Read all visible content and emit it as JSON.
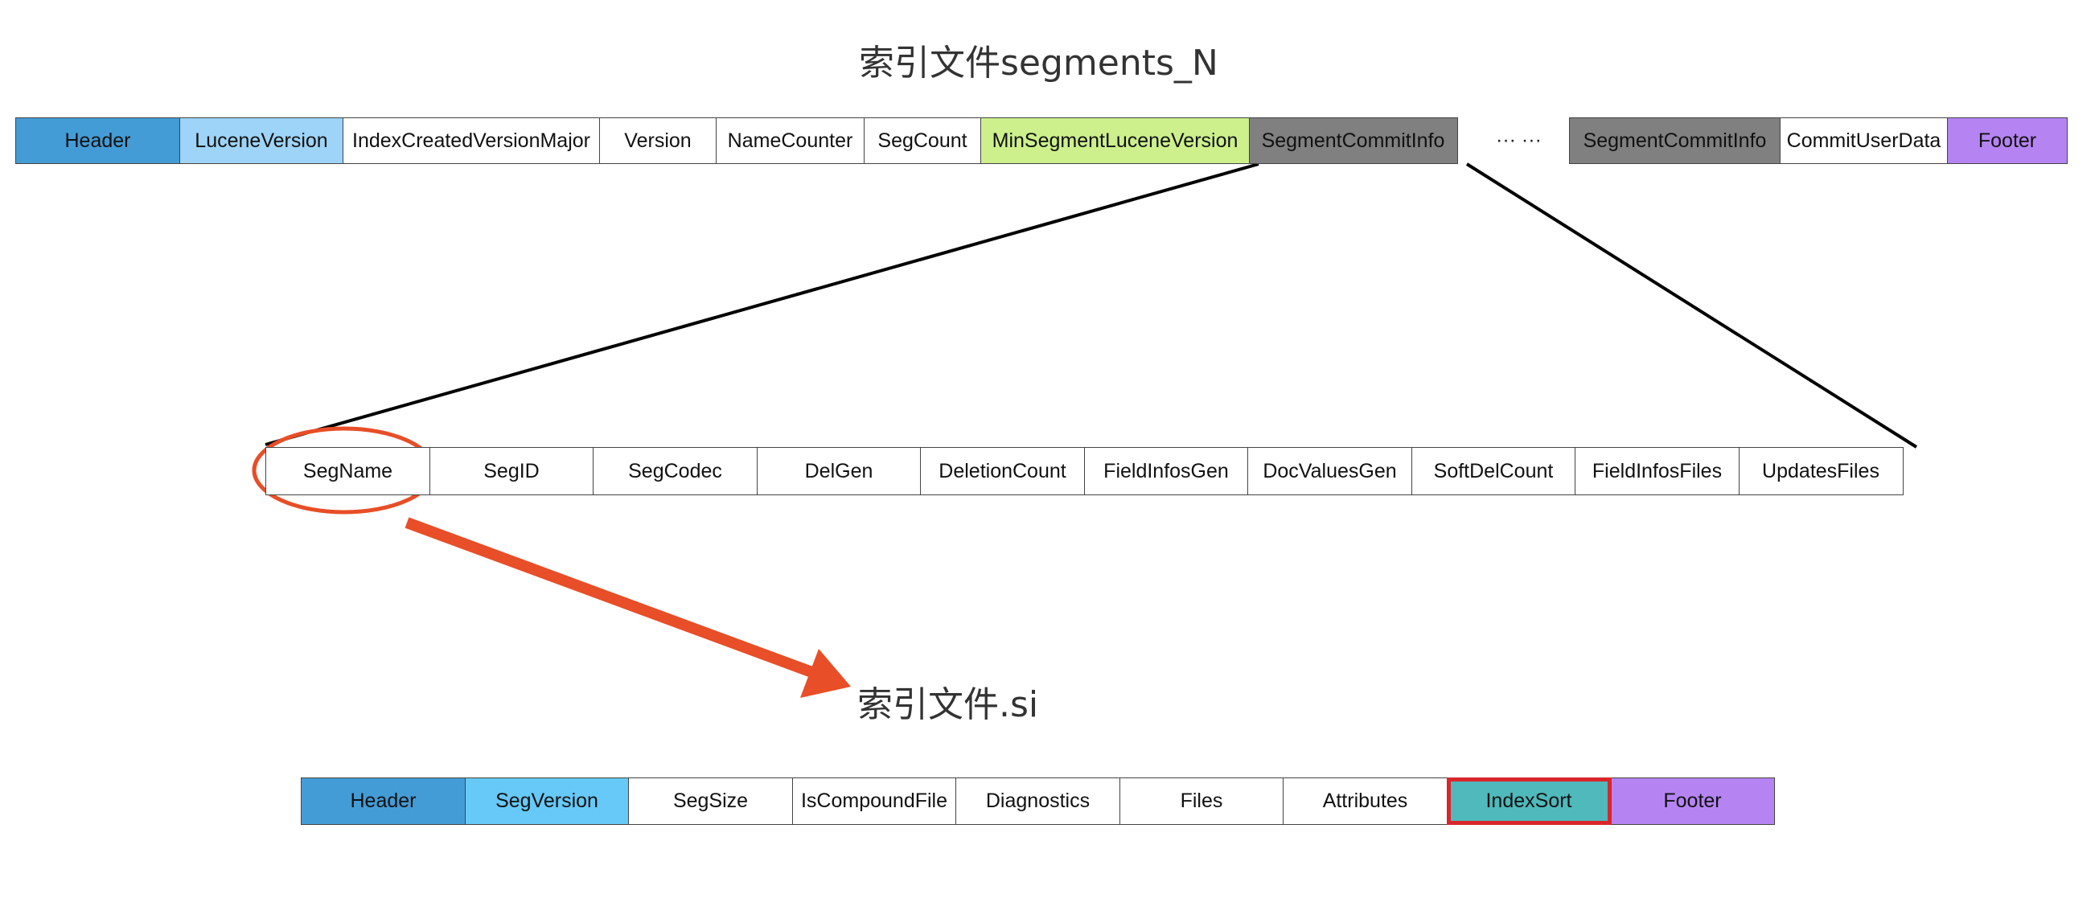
{
  "title_top": "索引文件segments_N",
  "title_bottom": "索引文件.si",
  "ellipsis": "··· ···",
  "segments_row": [
    {
      "label": "Header",
      "color": "#449cd6"
    },
    {
      "label": "LuceneVersion",
      "color": "#9dd4f7"
    },
    {
      "label": "IndexCreatedVersionMajor",
      "color": "#ffffff"
    },
    {
      "label": "Version",
      "color": "#ffffff"
    },
    {
      "label": "NameCounter",
      "color": "#ffffff"
    },
    {
      "label": "SegCount",
      "color": "#ffffff"
    },
    {
      "label": "MinSegmentLuceneVersion",
      "color": "#cdf08c"
    },
    {
      "label": "SegmentCommitInfo",
      "color": "#808080"
    }
  ],
  "segments_row_tail": [
    {
      "label": "SegmentCommitInfo",
      "color": "#808080"
    },
    {
      "label": "CommitUserData",
      "color": "#ffffff"
    },
    {
      "label": "Footer",
      "color": "#b584f2"
    }
  ],
  "commit_info_row": [
    {
      "label": "SegName"
    },
    {
      "label": "SegID"
    },
    {
      "label": "SegCodec"
    },
    {
      "label": "DelGen"
    },
    {
      "label": "DeletionCount"
    },
    {
      "label": "FieldInfosGen"
    },
    {
      "label": "DocValuesGen"
    },
    {
      "label": "SoftDelCount"
    },
    {
      "label": "FieldInfosFiles"
    },
    {
      "label": "UpdatesFiles"
    }
  ],
  "si_row": [
    {
      "label": "Header",
      "color": "#449cd6"
    },
    {
      "label": "SegVersion",
      "color": "#66c9f8"
    },
    {
      "label": "SegSize",
      "color": "#ffffff"
    },
    {
      "label": "IsCompoundFile",
      "color": "#ffffff"
    },
    {
      "label": "Diagnostics",
      "color": "#ffffff"
    },
    {
      "label": "Files",
      "color": "#ffffff"
    },
    {
      "label": "Attributes",
      "color": "#ffffff"
    },
    {
      "label": "IndexSort",
      "color": "#4fb9bb",
      "highlight": true
    },
    {
      "label": "Footer",
      "color": "#b584f2"
    }
  ],
  "colors": {
    "accent_red": "#e84e27",
    "highlight_border": "#d8262b"
  }
}
